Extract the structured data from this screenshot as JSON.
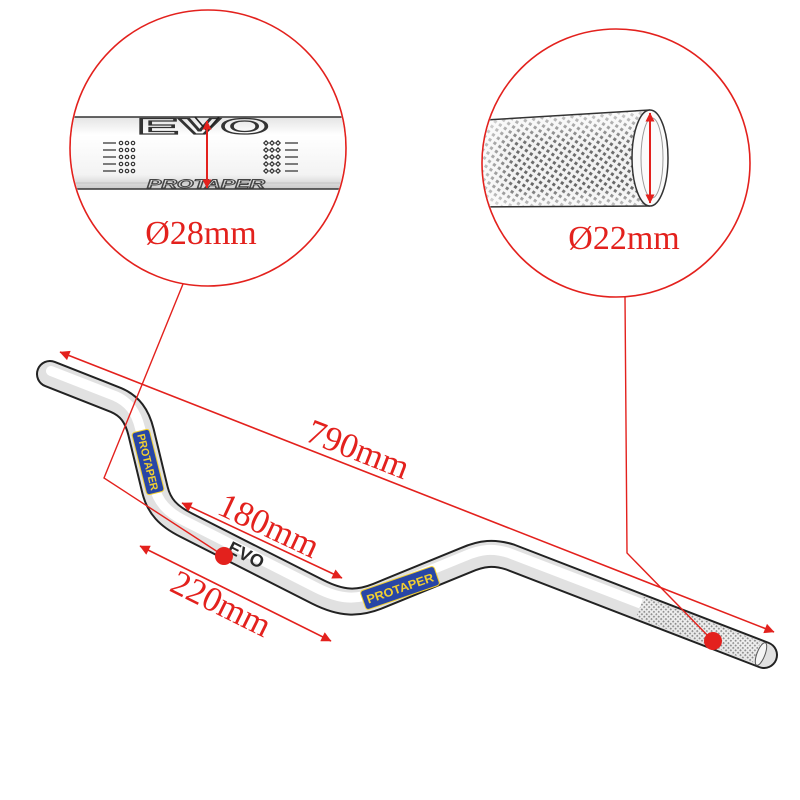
{
  "diagram": {
    "inner_tube_diameter": "Ø28mm",
    "grip_diameter": "Ø22mm",
    "overall_width": "790mm",
    "center_width": "180mm",
    "rise_section_width": "220mm"
  },
  "logos": {
    "brand": "PROTAPER",
    "model": "EVO"
  },
  "colors": {
    "dimension_red": "#e3211d",
    "logo_blue": "#2846a6",
    "logo_yellow": "#f2cf2f",
    "tube_outline": "#222222"
  }
}
